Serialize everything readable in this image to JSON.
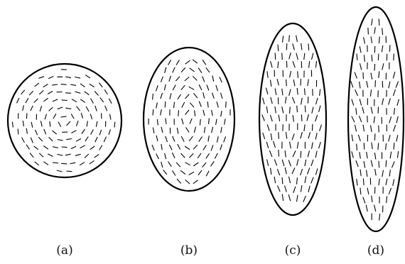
{
  "figure": {
    "panels": [
      {
        "id": "a",
        "label": "(a)",
        "shape": "circle",
        "director_field": "concentric",
        "axial_ratio": 1.0
      },
      {
        "id": "b",
        "label": "(b)",
        "shape": "ellipse",
        "director_field": "concentric-bipolar",
        "axial_ratio": 1.55
      },
      {
        "id": "c",
        "label": "(c)",
        "shape": "ellipse",
        "director_field": "bipolar",
        "axial_ratio": 2.9
      },
      {
        "id": "d",
        "label": "(d)",
        "shape": "ellipse",
        "director_field": "bipolar-aligned",
        "axial_ratio": 4.0
      }
    ],
    "colors": {
      "outline": "#000000",
      "dashes": "#000000",
      "background": "#ffffff"
    }
  }
}
